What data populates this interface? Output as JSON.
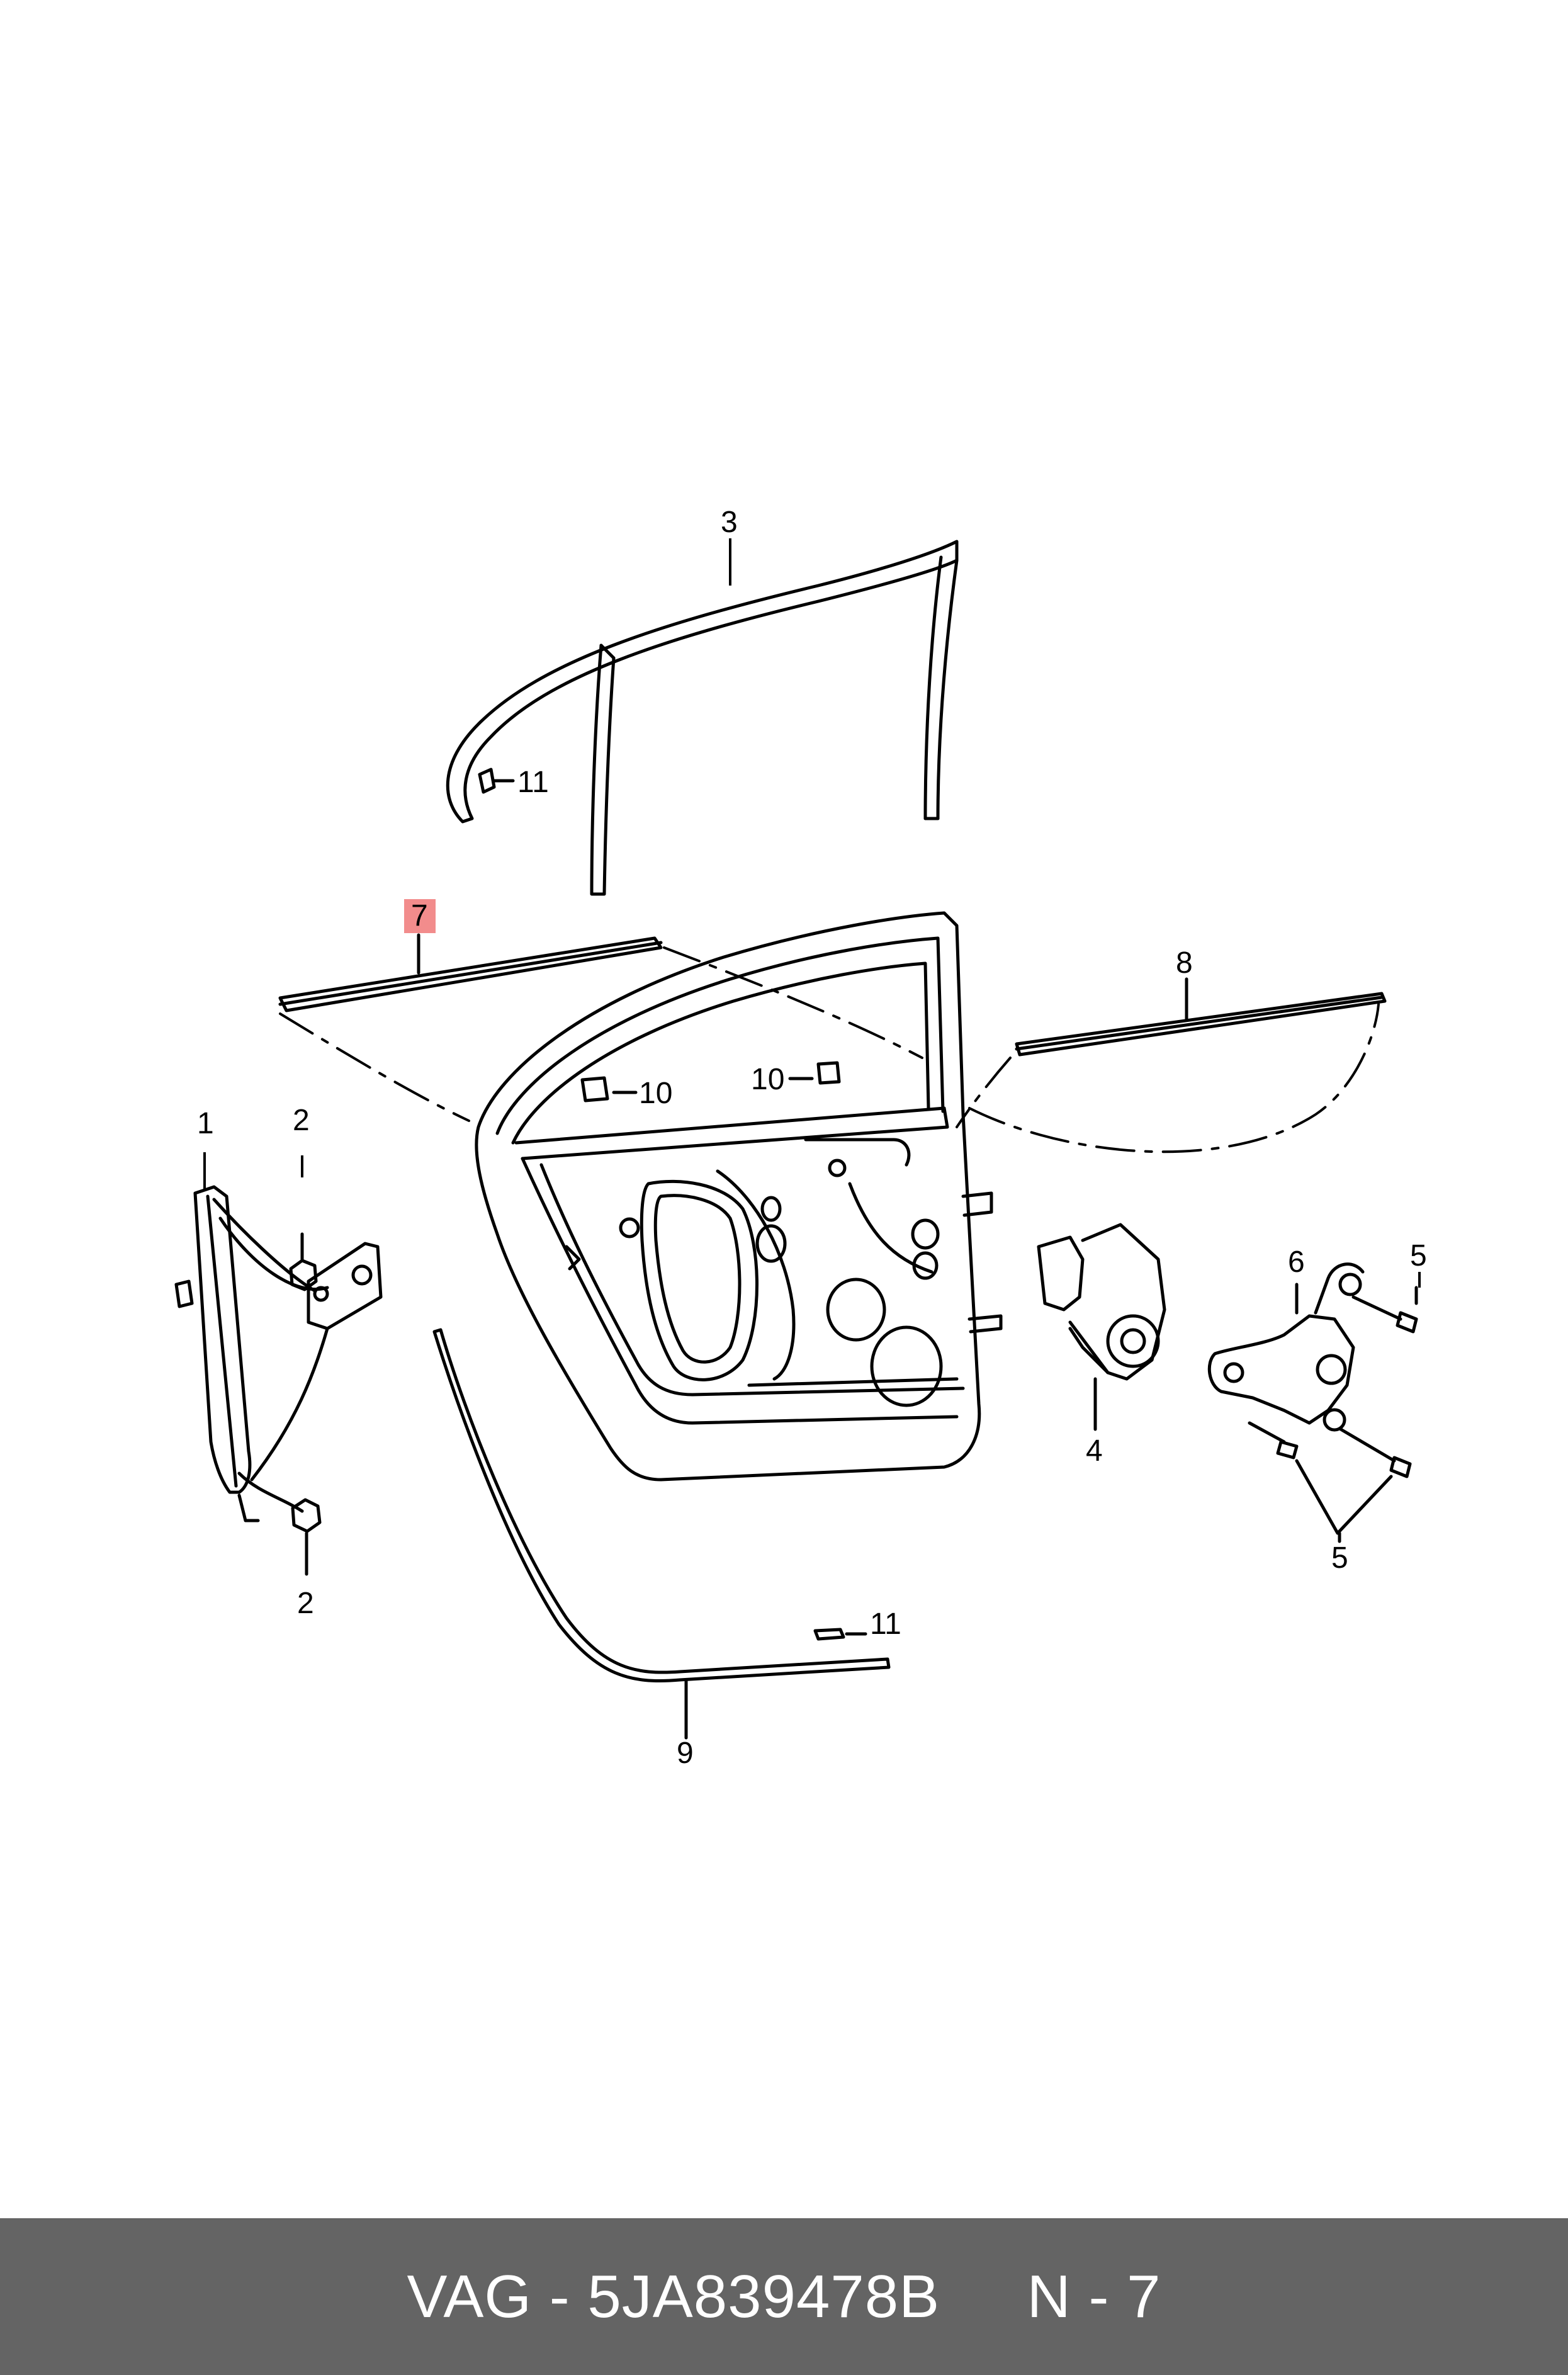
{
  "diagram": {
    "callouts": [
      {
        "id": "c3",
        "text": "3"
      },
      {
        "id": "c11a",
        "text": "11"
      },
      {
        "id": "c7",
        "text": "7",
        "highlighted": true
      },
      {
        "id": "c8",
        "text": "8"
      },
      {
        "id": "c10a",
        "text": "10"
      },
      {
        "id": "c10b",
        "text": "10"
      },
      {
        "id": "c1",
        "text": "1"
      },
      {
        "id": "c2a",
        "text": "2"
      },
      {
        "id": "c2b",
        "text": "2"
      },
      {
        "id": "c6",
        "text": "6"
      },
      {
        "id": "c5a",
        "text": "5"
      },
      {
        "id": "c5b",
        "text": "5"
      },
      {
        "id": "c4",
        "text": "4"
      },
      {
        "id": "c11b",
        "text": "11"
      },
      {
        "id": "c9",
        "text": "9"
      }
    ],
    "highlight_color": "#f28c8c"
  },
  "footer": {
    "brand": "VAG",
    "separator": "-",
    "part_number": "5JA839478B",
    "position_code": "N - 7",
    "background": "#646464"
  }
}
